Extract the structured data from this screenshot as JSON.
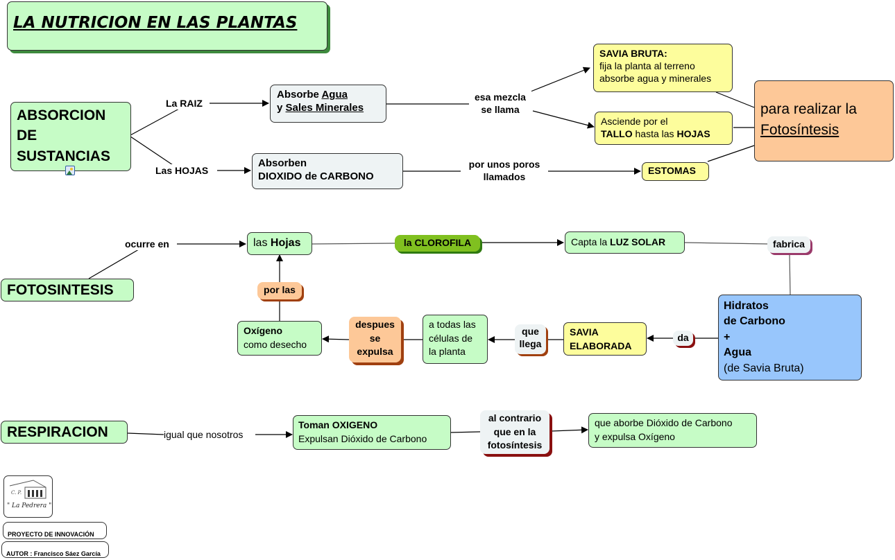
{
  "title": "LA NUTRICION EN LAS PLANTAS",
  "absorcion": {
    "main": "ABSORCION DE SUSTANCIAS",
    "main_lines": [
      "ABSORCION",
      "DE",
      "SUSTANCIAS"
    ],
    "image_icon": "image-icon",
    "raiz_label": "La RAIZ",
    "hojas_label": "Las HOJAS",
    "agua_prefix": "Absorbe ",
    "agua_word": "Agua",
    "agua_y": "y ",
    "sales_word": "Sales Minerales",
    "carbono_line1": "Absorben",
    "carbono_line2": "DIOXIDO de CARBONO",
    "mezcla_line1": "esa mezcla",
    "mezcla_line2": "se llama",
    "poros_line1": "por unos poros",
    "poros_line2": "llamados",
    "savia_bruta_title": "SAVIA BRUTA:",
    "savia_bruta_line1": "fija la planta al terreno",
    "savia_bruta_line2": "absorbe agua y minerales",
    "asciende_line1": "Asciende por el",
    "asciende_tallo": "TALLO",
    "asciende_mid": " hasta las ",
    "asciende_hojas": "HOJAS",
    "estomas": "ESTOMAS",
    "realizar_line1": "para realizar la",
    "realizar_line2": "Fotosíntesis"
  },
  "fotosintesis": {
    "main": "FOTOSINTESIS",
    "ocurre_en": "ocurre en",
    "hojas_prefix": "las ",
    "hojas_word": "Hojas",
    "clorofila": "la CLOROFILA",
    "capta_prefix": "Capta la ",
    "capta_bold": "LUZ SOLAR",
    "fabrica": "fabrica",
    "hidratos_line1": "Hidratos",
    "hidratos_line2": "de Carbono",
    "hidratos_plus": "+",
    "hidratos_agua": "Agua",
    "hidratos_note": "(de Savia Bruta)",
    "da": "da",
    "savia_elab_line1": "SAVIA",
    "savia_elab_line2": "ELABORADA",
    "que_llega_line1": "que",
    "que_llega_line2": "llega",
    "celulas_line1": "a todas las",
    "celulas_line2": "células de",
    "celulas_line3": "la planta",
    "despues_line1": "despues",
    "despues_line2": "se",
    "despues_line3": "expulsa",
    "oxigeno_title": "Oxígeno",
    "oxigeno_sub": "como desecho",
    "por_las": "por las"
  },
  "respiracion": {
    "main": "RESPIRACION",
    "igual": "igual que nosotros",
    "toman_title": "Toman OXIGENO",
    "toman_sub": "Expulsan Dióxido de Carbono",
    "contrario_line1": "al contrario",
    "contrario_line2": "que en la",
    "contrario_line3": "fotosíntesis",
    "aborbe_line1": "que aborbe Dióxido de Carbono",
    "aborbe_line2": "y expulsa Oxígeno"
  },
  "footer": {
    "logo_line1": "C. P.",
    "logo_line2": "\" La Pedrera \"",
    "proyecto": "PROYECTO DE INNOVACIÓN",
    "autor": "AUTOR : Francisco Sáez García"
  },
  "colors": {
    "green_node": "#c6fcc6",
    "gray_node": "#eef3f4",
    "yellow_node": "#fdfd9c",
    "orange_node": "#fdc898",
    "blue_node": "#98c6fc",
    "clorofila": "#80c020"
  }
}
